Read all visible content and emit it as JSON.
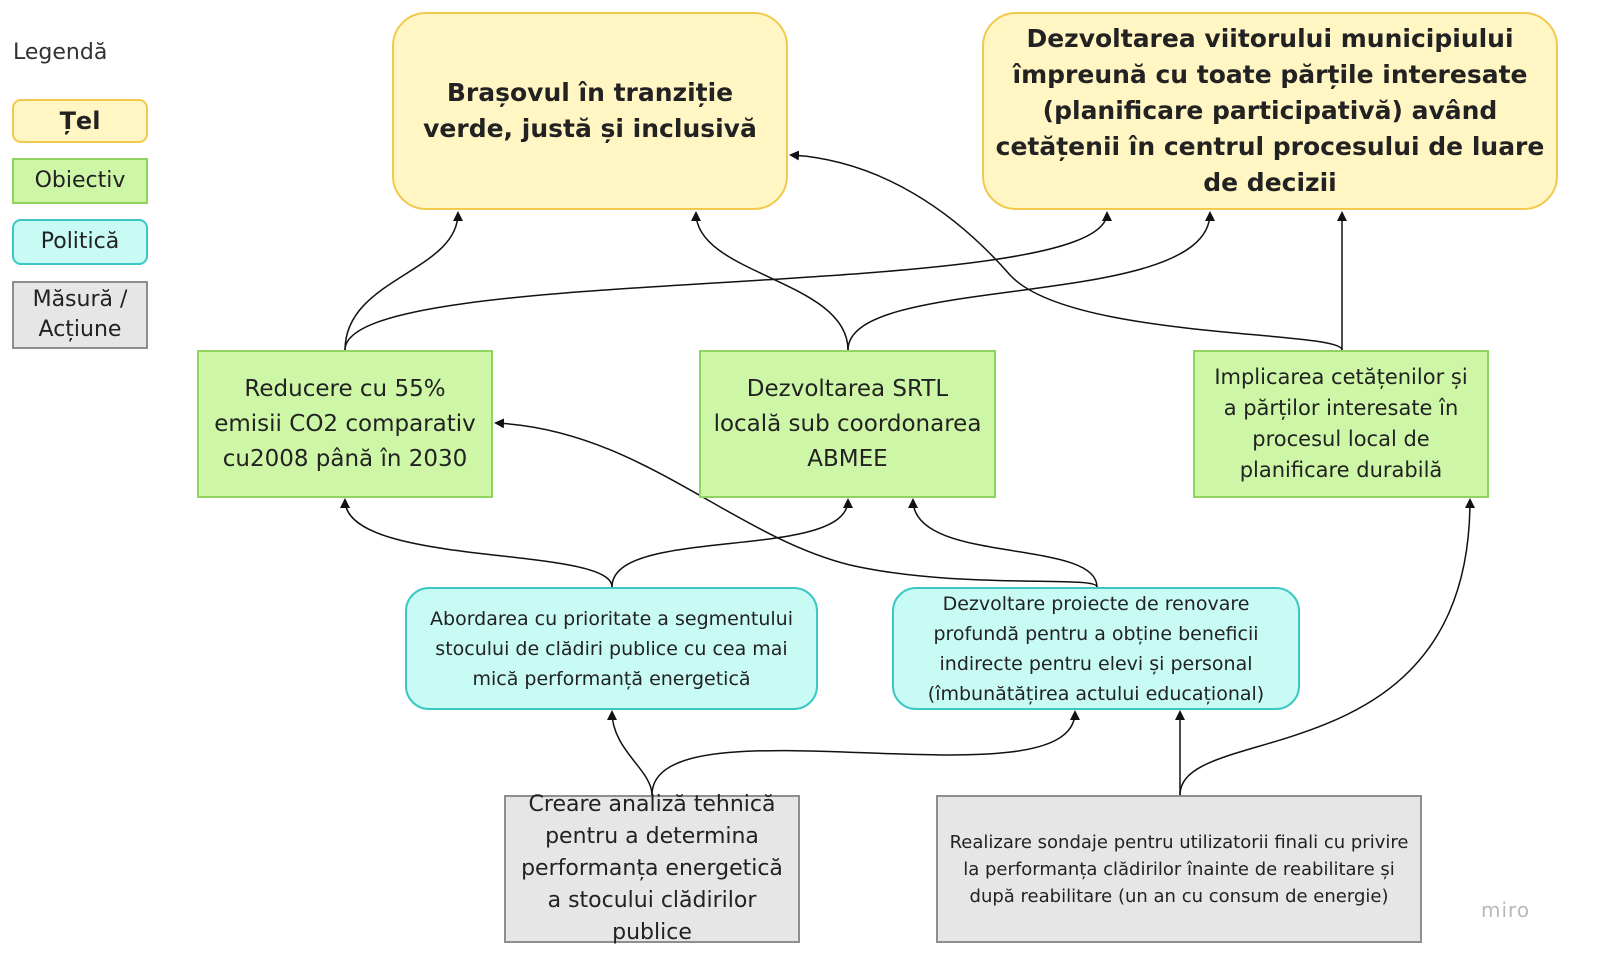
{
  "legend": {
    "title": "Legendă",
    "goal": "Țel",
    "objective": "Obiectiv",
    "policy": "Politică",
    "measure": "Măsură / Acțiune"
  },
  "goals": {
    "brasov": "Brașovul în tranziție verde, justă și inclusivă",
    "participatory": "Dezvoltarea viitorului municipiului împreună cu toate părțile interesate (planificare participativă) având cetățenii în centrul procesului de luare de decizii"
  },
  "objectives": {
    "co2": "Reducere cu 55% emisii CO2 comparativ cu2008 până în 2030",
    "srtl": "Dezvoltarea SRTL locală sub coordonarea ABMEE",
    "citizens": "Implicarea cetățenilor și a părților interesate în procesul local de planificare durabilă"
  },
  "policies": {
    "priority": "Abordarea cu prioritate a segmentului stocului de clădiri publice cu cea mai mică performanță energetică",
    "renovation": "Dezvoltare proiecte de renovare profundă pentru a obține beneficii indirecte pentru elevi și personal (îmbunătățirea actului educațional)"
  },
  "measures": {
    "analysis": "Creare analiză tehnică pentru a determina performanța energetică a stocului clădirilor publice",
    "surveys": "Realizare sondaje pentru utilizatorii finali cu privire la performanța clădirilor înainte de reabilitare și după reabilitare (un an cu consum de energie)"
  },
  "watermark": "miro",
  "colors": {
    "goal_fill": "#fff6c4",
    "goal_border": "#f2c94c",
    "objective_fill": "#cdf7a6",
    "objective_border": "#8fd45e",
    "policy_fill": "#c8fbf4",
    "policy_border": "#3cc7c7",
    "measure_fill": "#e6e6e6",
    "measure_border": "#8e8e8e",
    "connector": "#111111"
  }
}
